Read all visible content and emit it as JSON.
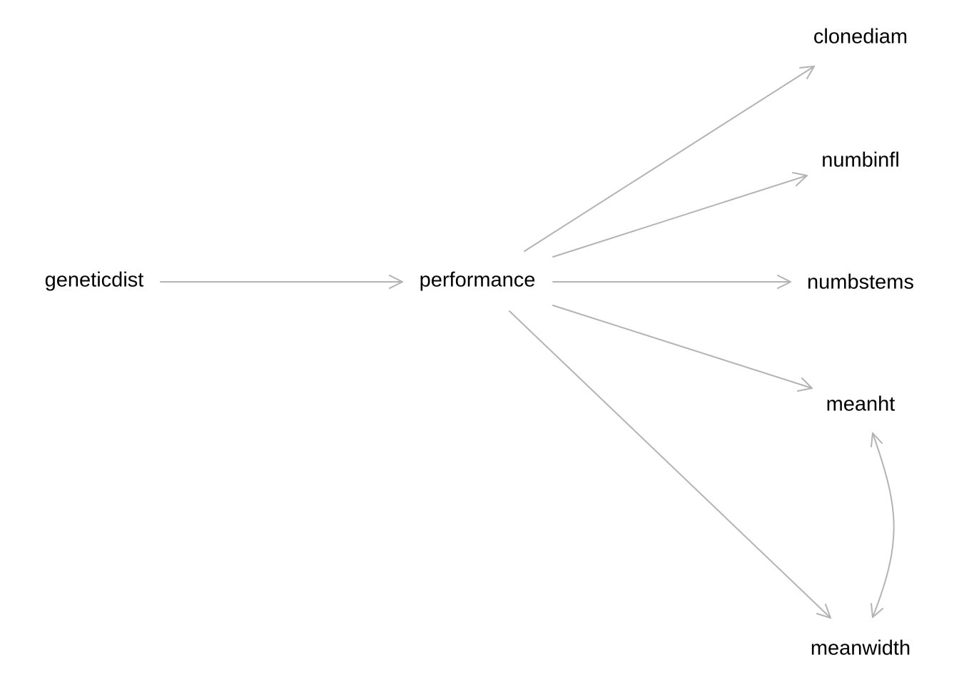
{
  "diagram": {
    "nodes": {
      "geneticdist": "geneticdist",
      "performance": "performance",
      "clonediam": "clonediam",
      "numbinfl": "numbinfl",
      "numbstems": "numbstems",
      "meanht": "meanht",
      "meanwidth": "meanwidth"
    },
    "edges": [
      {
        "from": "geneticdist",
        "to": "performance",
        "type": "directed"
      },
      {
        "from": "performance",
        "to": "clonediam",
        "type": "directed"
      },
      {
        "from": "performance",
        "to": "numbinfl",
        "type": "directed"
      },
      {
        "from": "performance",
        "to": "numbstems",
        "type": "directed"
      },
      {
        "from": "performance",
        "to": "meanht",
        "type": "directed"
      },
      {
        "from": "performance",
        "to": "meanwidth",
        "type": "directed"
      },
      {
        "from": "meanht",
        "to": "meanwidth",
        "type": "bidirected"
      }
    ],
    "edge_color": "#b3b3b3",
    "label_color": "#000000"
  }
}
